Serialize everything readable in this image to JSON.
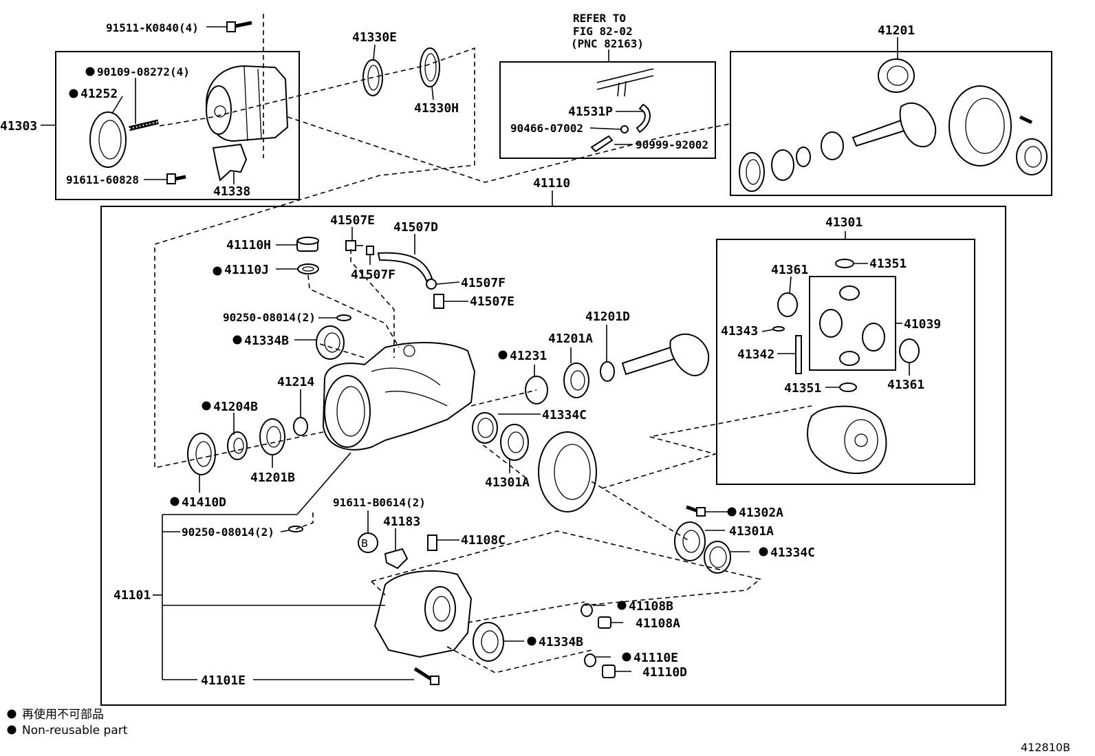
{
  "refer": {
    "line1": "REFER TO",
    "line2": "FIG 82-02",
    "line3": "(PNC 82163)"
  },
  "labels": {
    "p91511": "91511-K0840(4)",
    "p90109": "90109-08272(4)",
    "p41252": "41252",
    "p41303": "41303",
    "p91611_60828": "91611-60828",
    "p41338": "41338",
    "p41330E": "41330E",
    "p41330H": "41330H",
    "p41531P": "41531P",
    "p90466": "90466-07002",
    "p90999": "90999-92002",
    "p41201": "41201",
    "p41110": "41110",
    "p41110H": "41110H",
    "p41110J": "41110J",
    "p41507E_top": "41507E",
    "p41507D": "41507D",
    "p41507F_left": "41507F",
    "p41507F_right": "41507F",
    "p41507E_right": "41507E",
    "p90250_top": "90250-08014(2)",
    "p41334B_top": "41334B",
    "p41214": "41214",
    "p41204B": "41204B",
    "p41201B": "41201B",
    "p41410D": "41410D",
    "p41231": "41231",
    "p41201A": "41201A",
    "p41201D": "41201D",
    "p41334C_mid": "41334C",
    "p41301A_mid": "41301A",
    "p41301": "41301",
    "p41351_top": "41351",
    "p41361_top": "41361",
    "p41039": "41039",
    "p41343": "41343",
    "p41342": "41342",
    "p41351_bot": "41351",
    "p41361_bot": "41361",
    "p91611_B0614": "91611-B0614(2)",
    "p41183": "41183",
    "p41108C": "41108C",
    "p90250_bot": "90250-08014(2)",
    "p41302A": "41302A",
    "p41301A_right": "41301A",
    "p41334C_right": "41334C",
    "p41101": "41101",
    "p41108B": "41108B",
    "p41108A": "41108A",
    "p41334B_bot": "41334B",
    "p41110E": "41110E",
    "p41110D": "41110D",
    "p41101E": "41101E",
    "markB": "B"
  },
  "legend": {
    "line1": "再使用不可部品",
    "line2": "Non-reusable part"
  },
  "figure_id": "412810B"
}
